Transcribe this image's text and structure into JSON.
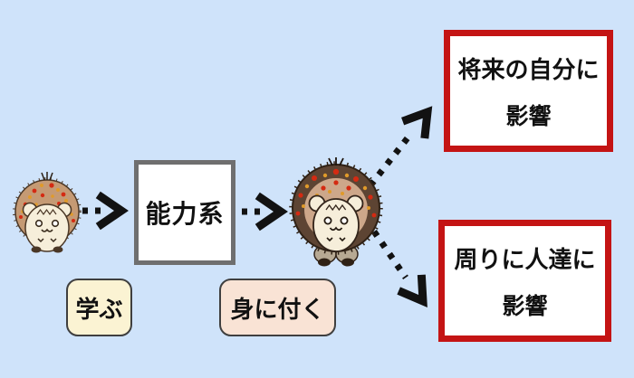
{
  "background_color": "#cfe3fa",
  "flow": {
    "start_icon": "hedgehog-small",
    "process_box": {
      "label": "能力系"
    },
    "result_icon": "hedgehog-large",
    "outcome_boxes": [
      {
        "line1": "将来の自分に",
        "line2": "影響"
      },
      {
        "line1": "周りに人達に",
        "line2": "影響"
      }
    ]
  },
  "captions": {
    "learn": {
      "label": "学ぶ"
    },
    "acquire": {
      "label": "身に付く"
    }
  },
  "colors": {
    "background": "#cfe3fa",
    "outcome_border": "#c41414",
    "process_border": "#6f6f6f",
    "box_background": "#ffffff",
    "learn_caption_background": "#fbf3d3",
    "acquire_caption_background": "#f9e3d5",
    "caption_border": "#3f3f3f",
    "arrow": "#121212",
    "hedgehog_small_body": "#c59a74",
    "hedgehog_large_body": "#5d4433",
    "hedgehog_face": "#f6eeda",
    "spine_dot_red": "#d42a12",
    "spine_dot_orange": "#e09a2a"
  },
  "icons": {
    "start": "hedgehog-small-illustration",
    "middle": "hedgehog-large-illustration",
    "arrows": [
      "dotted-arrow-right",
      "dotted-arrow-right",
      "dotted-arrow-up-right",
      "dotted-arrow-down-right"
    ]
  }
}
